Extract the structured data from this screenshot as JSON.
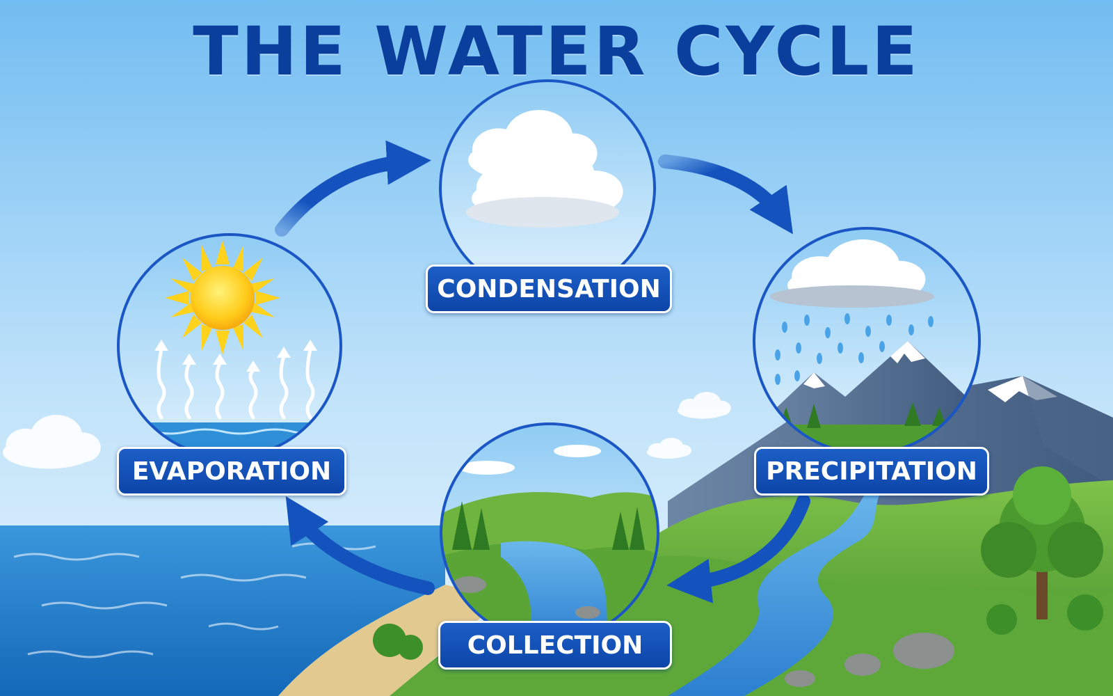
{
  "title": "THE WATER CYCLE",
  "stages": {
    "condensation": "CONDENSATION",
    "evaporation": "EVAPORATION",
    "precipitation": "PRECIPITATION",
    "collection": "COLLECTION"
  },
  "colors": {
    "title": "#0b3f9e",
    "label_bg": "#1555b8",
    "arrow": "#1453bd",
    "circle_border": "#1a56c4",
    "sky": "#bfe2fa",
    "sea": "#2f8fd6",
    "grass": "#5aa536"
  },
  "icons": [
    "sun-icon",
    "cloud-icon",
    "rain-cloud-icon",
    "mountain-icon",
    "tree-icon",
    "river-icon",
    "arrow-icon"
  ]
}
